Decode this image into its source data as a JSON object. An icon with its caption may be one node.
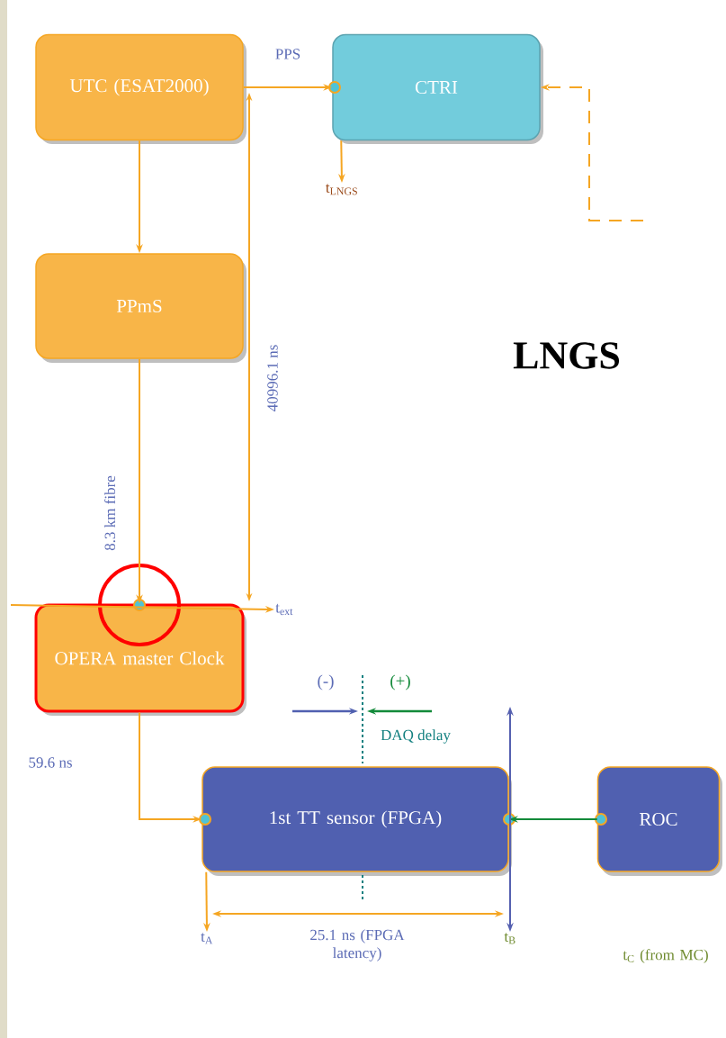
{
  "diagram": {
    "nodes": [
      {
        "text": [
          "UTC (ESAT2000)"
        ]
      },
      {
        "text": [
          "CTRI"
        ]
      },
      {
        "text": [
          "PPmS"
        ]
      },
      {
        "text": [
          "OPERA master Clock"
        ]
      },
      {
        "text": [
          "1st TT sensor (FPGA)"
        ]
      },
      {
        "text": [
          "ROC"
        ]
      },
      {
        "text": [
          "t$_{LNGS}$"
        ]
      },
      {
        "text": [
          "t$_{ext}$"
        ]
      },
      {
        "text": [
          "t$_{A}$"
        ]
      },
      {
        "text": [
          "t$_{B}$"
        ]
      }
    ],
    "edges": [
      {
        "from": 0,
        "to": 1,
        "arrow": "to",
        "label": "PPS"
      },
      {
        "from": null,
        "to": 1,
        "arrow": "to",
        "style": "dashed"
      },
      {
        "from": 1,
        "to": 6,
        "arrow": "to"
      },
      {
        "from": 0,
        "to": 2,
        "arrow": "to"
      },
      {
        "from": 2,
        "to": 3,
        "arrow": "to",
        "label": "8.3 km fibre"
      },
      {
        "from": null,
        "to": 7,
        "arrow": "to"
      },
      {
        "from": 3,
        "to": 4,
        "arrow": "to"
      },
      {
        "from": 5,
        "to": 4,
        "arrow": "to",
        "color": "#138a3a"
      },
      {
        "from": 4,
        "to": 8,
        "arrow": "to"
      },
      {
        "from": null,
        "to": 9,
        "arrow": "both",
        "color": "#5560b0"
      },
      {
        "from": 8,
        "to": 9,
        "arrow": "both",
        "label": "25.1 ns (FPGA latency)"
      }
    ],
    "labels": [
      "LNGS",
      "40996.1 ns",
      "(-)",
      "(+)",
      "DAQ delay",
      "59.6 ns",
      "t$_{C}$ (from MC)"
    ]
  }
}
